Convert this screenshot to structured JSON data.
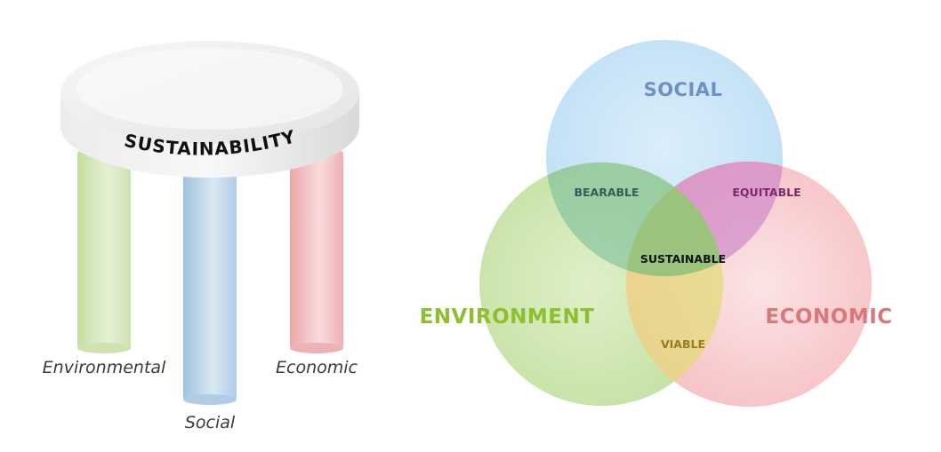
{
  "stool": {
    "title": "SUSTAINABILITY",
    "legs": [
      {
        "label": "Environmental",
        "color": "#cfe3b1"
      },
      {
        "label": "Social",
        "color": "#b7d2e8"
      },
      {
        "label": "Economic",
        "color": "#f0b6b8"
      }
    ]
  },
  "venn": {
    "circles": {
      "social": {
        "label": "SOCIAL",
        "fill": "#bfdff5",
        "text_color": "#6e90c4"
      },
      "environment": {
        "label": "ENVIRONMENT",
        "fill": "#b9dc8e",
        "text_color": "#8ebf2e"
      },
      "economic": {
        "label": "ECONOMIC",
        "fill": "#f5b5b9",
        "text_color": "#d9777b"
      }
    },
    "overlaps": {
      "bearable": {
        "label": "BEARABLE",
        "text_color": "#2f5f55"
      },
      "equitable": {
        "label": "EQUITABLE",
        "text_color": "#7a2a6a"
      },
      "viable": {
        "label": "VIABLE",
        "text_color": "#9a7a20"
      },
      "sustainable": {
        "label": "SUSTAINABLE",
        "text_color": "#111111"
      }
    }
  }
}
